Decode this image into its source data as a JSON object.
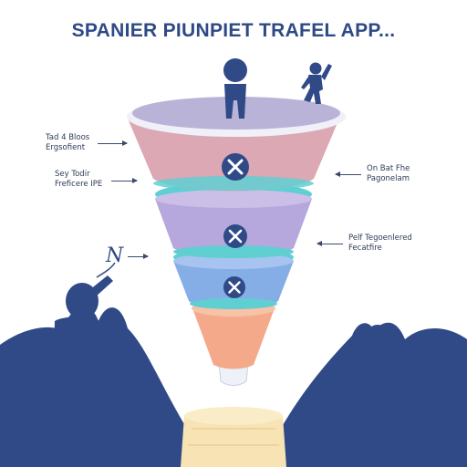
{
  "title": "SPANIER PIUNPIET TRAFEL APP...",
  "labels": {
    "left_top": [
      "Tad 4 Bloos",
      "Ergsofient"
    ],
    "left_mid": [
      "Sey Todir",
      "Freficere IPE"
    ],
    "right_top": [
      "On Bat Fhe",
      "Pagonelam"
    ],
    "right_mid": [
      "Pelf Tegoenlered",
      "Fecatfire"
    ],
    "doodle": "N"
  },
  "colors": {
    "title": "#2e4a86",
    "navy": "#2f4a87",
    "tier1": "#dba8b4",
    "tier2": "#b6a7dd",
    "tier3": "#86aee6",
    "tier4": "#f3a98a",
    "teal": "#5fcfd2",
    "top_disc": "#b9b3d8",
    "base": "#f7e3b4"
  },
  "icons": [
    "person-icon",
    "waving-person-icon",
    "x-circle-icon",
    "silhouette-icon"
  ]
}
